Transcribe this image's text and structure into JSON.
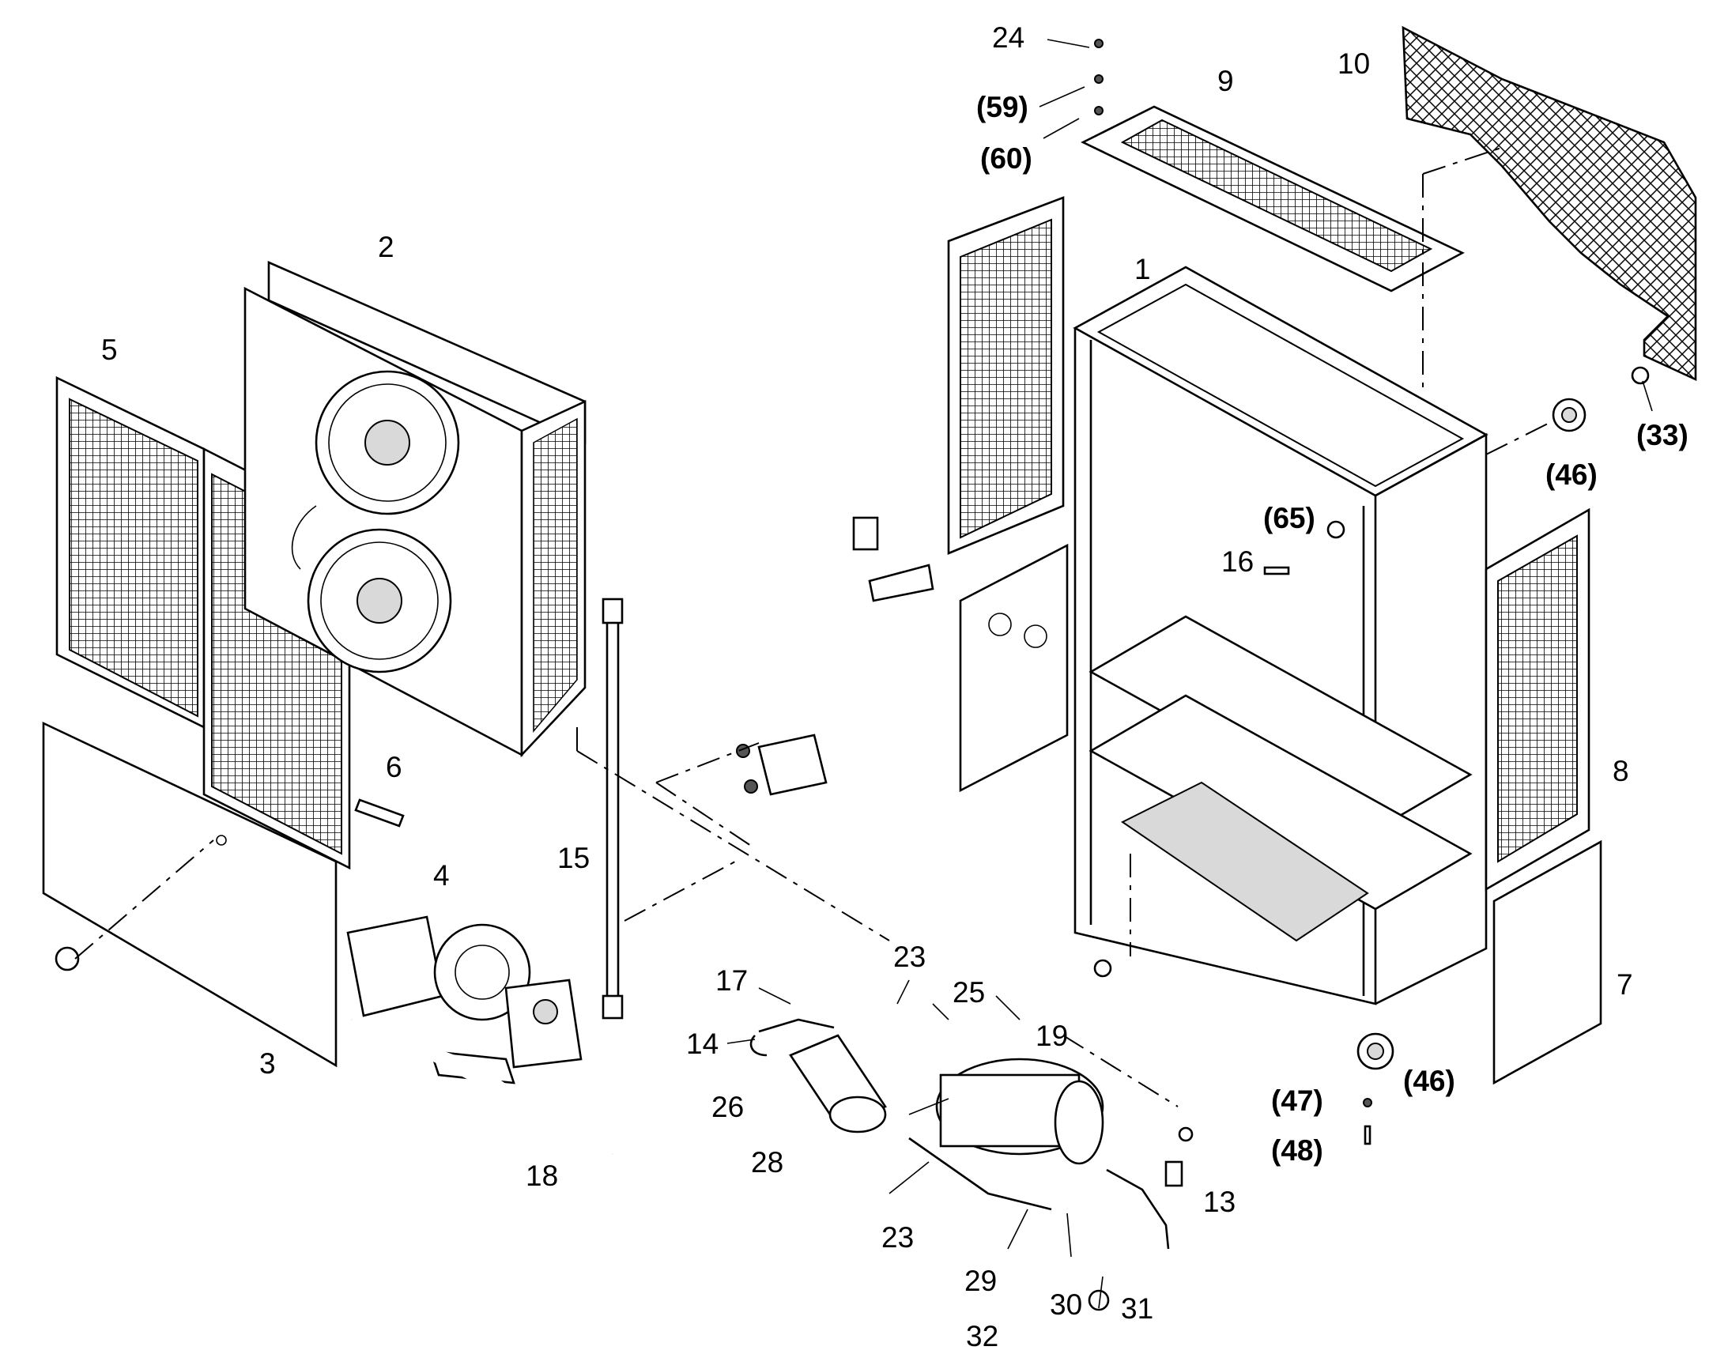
{
  "callouts": [
    {
      "id": "c1",
      "text": "1",
      "bold": false
    },
    {
      "id": "c2",
      "text": "2",
      "bold": false
    },
    {
      "id": "c3",
      "text": "3",
      "bold": false
    },
    {
      "id": "c4",
      "text": "4",
      "bold": false
    },
    {
      "id": "c5",
      "text": "5",
      "bold": false
    },
    {
      "id": "c6",
      "text": "6",
      "bold": false
    },
    {
      "id": "c7",
      "text": "7",
      "bold": false
    },
    {
      "id": "c8",
      "text": "8",
      "bold": false
    },
    {
      "id": "c9",
      "text": "9",
      "bold": false
    },
    {
      "id": "c10",
      "text": "10",
      "bold": false
    },
    {
      "id": "c13",
      "text": "13",
      "bold": false
    },
    {
      "id": "c14",
      "text": "14",
      "bold": false
    },
    {
      "id": "c15",
      "text": "15",
      "bold": false
    },
    {
      "id": "c16",
      "text": "16",
      "bold": false
    },
    {
      "id": "c17",
      "text": "17",
      "bold": false
    },
    {
      "id": "c18",
      "text": "18",
      "bold": false
    },
    {
      "id": "c19",
      "text": "19",
      "bold": false
    },
    {
      "id": "c23a",
      "text": "23",
      "bold": false
    },
    {
      "id": "c23b",
      "text": "23",
      "bold": false
    },
    {
      "id": "c24",
      "text": "24",
      "bold": false
    },
    {
      "id": "c25",
      "text": "25",
      "bold": false
    },
    {
      "id": "c26",
      "text": "26",
      "bold": false
    },
    {
      "id": "c28",
      "text": "28",
      "bold": false
    },
    {
      "id": "c29",
      "text": "29",
      "bold": false
    },
    {
      "id": "c30",
      "text": "30",
      "bold": false
    },
    {
      "id": "c31",
      "text": "31",
      "bold": false
    },
    {
      "id": "c32",
      "text": "32",
      "bold": false
    },
    {
      "id": "c33",
      "text": "(33)",
      "bold": true
    },
    {
      "id": "c46a",
      "text": "(46)",
      "bold": true
    },
    {
      "id": "c46b",
      "text": "(46)",
      "bold": true
    },
    {
      "id": "c47",
      "text": "(47)",
      "bold": true
    },
    {
      "id": "c48",
      "text": "(48)",
      "bold": true
    },
    {
      "id": "c59",
      "text": "(59)",
      "bold": true
    },
    {
      "id": "c60",
      "text": "(60)",
      "bold": true
    },
    {
      "id": "c65",
      "text": "(65)",
      "bold": true
    }
  ]
}
